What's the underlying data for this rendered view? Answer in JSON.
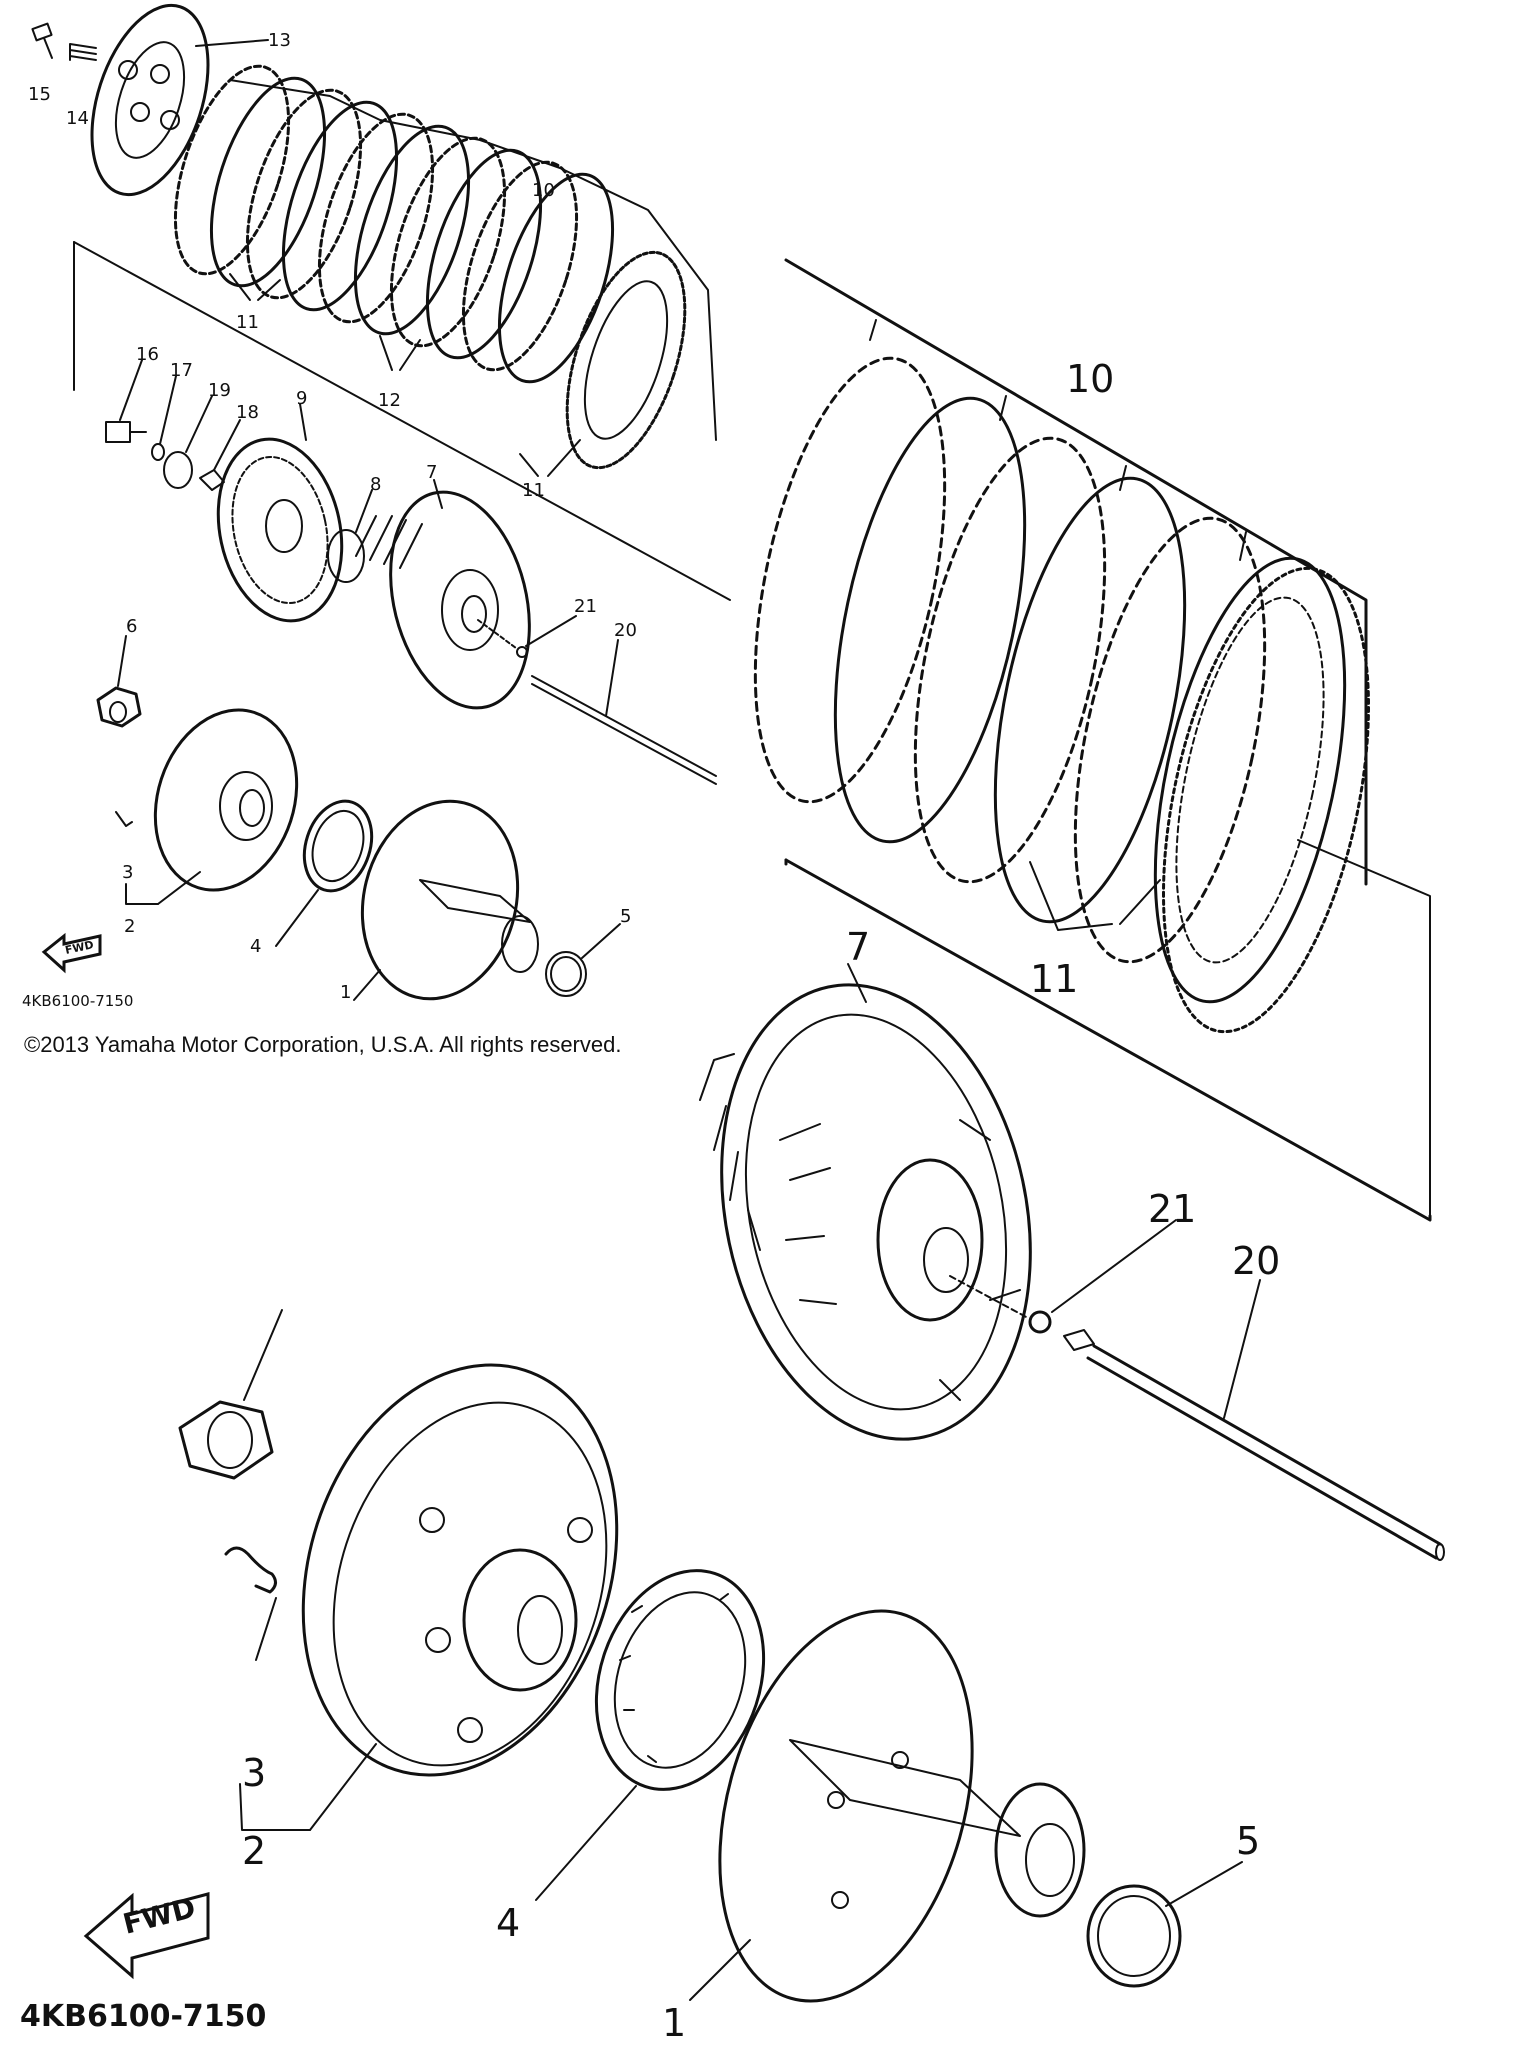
{
  "small_view": {
    "callouts": [
      "13",
      "15",
      "14",
      "10",
      "11",
      "12",
      "16",
      "17",
      "19",
      "18",
      "9",
      "8",
      "7",
      "11",
      "21",
      "20",
      "6",
      "3",
      "2",
      "4",
      "5",
      "1"
    ],
    "part_code": "4KB6100-7150",
    "fwd_label": "FWD"
  },
  "copyright": "©2013 Yamaha Motor Corporation, U.S.A. All rights reserved.",
  "large_view": {
    "callouts": [
      "10",
      "11",
      "7",
      "21",
      "20",
      "3",
      "2",
      "4",
      "5",
      "1"
    ],
    "part_code": "4KB6100-7150",
    "fwd_label": "FWD"
  }
}
